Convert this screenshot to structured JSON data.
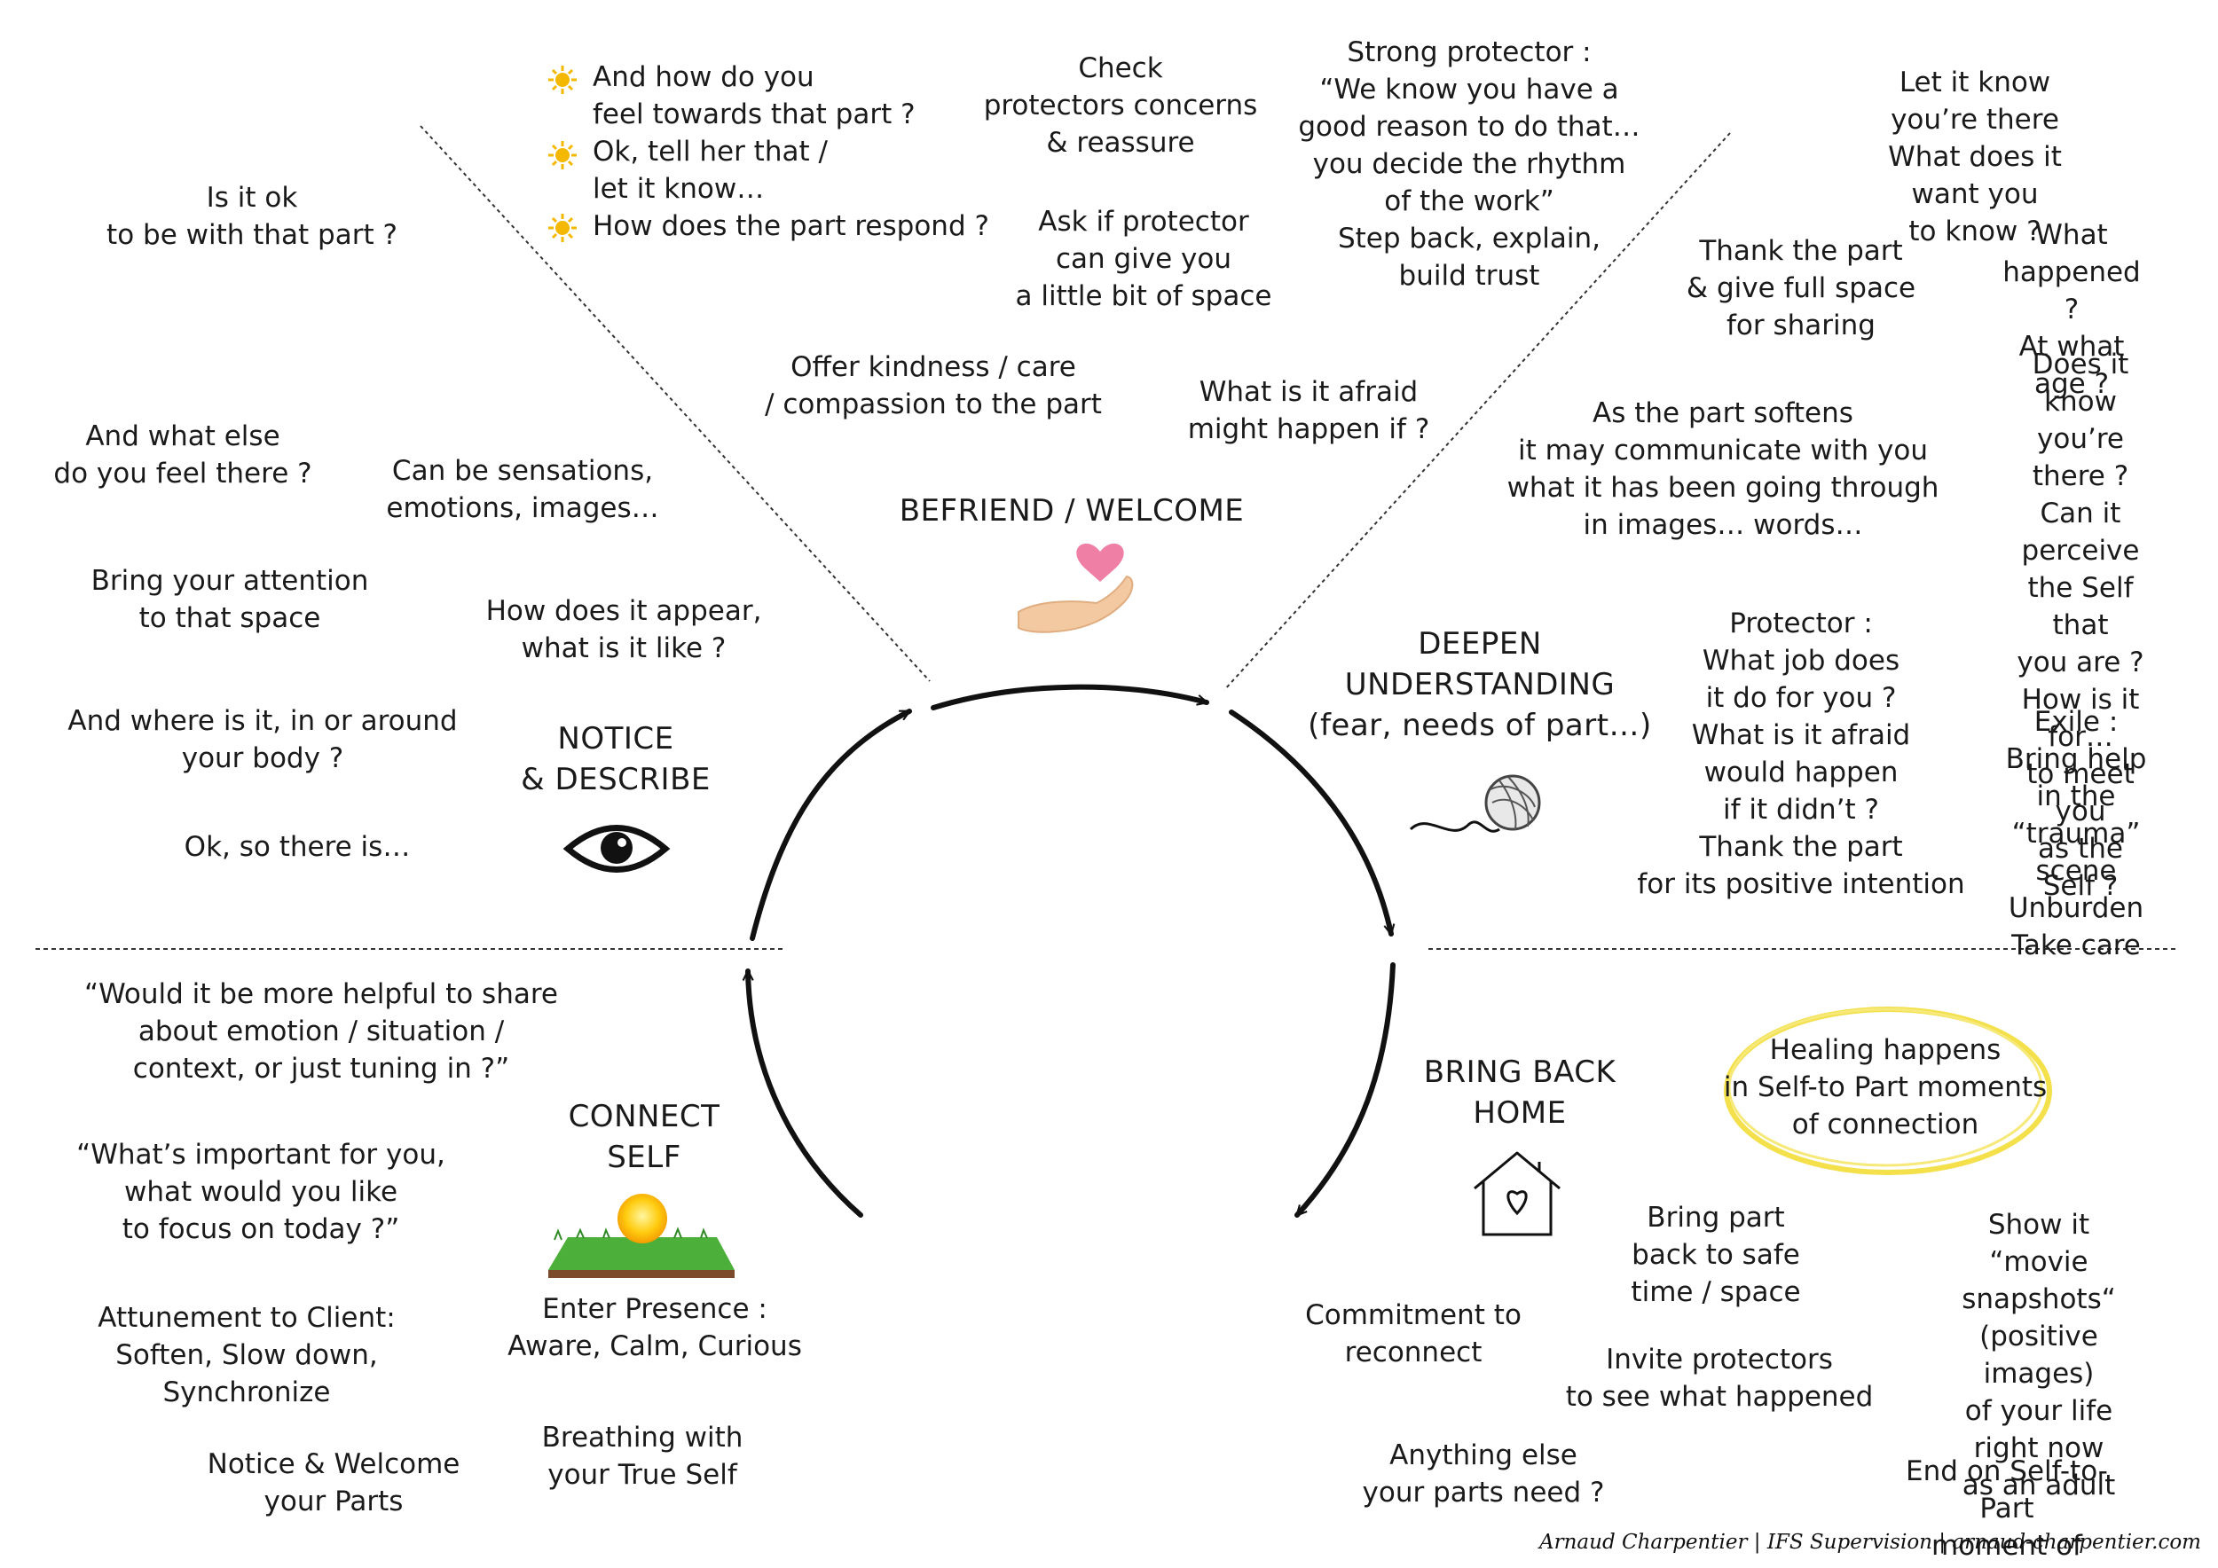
{
  "stages": {
    "befriend": "BEFRIEND / WELCOME",
    "notice": "NOTICE\n& DESCRIBE",
    "deepen": "DEEPEN\nUNDERSTANDING\n(fear, needs of part…)",
    "connect": "CONNECT\nSELF",
    "bring_back": "BRING BACK\nHOME"
  },
  "prompts": {
    "feel_towards": "And how do you\nfeel towards that part ?",
    "tell_her": "Ok, tell her that /\nlet it know…",
    "part_respond": "How does the part respond ?",
    "check_protectors": "Check\nprotectors concerns\n& reassure",
    "strong_protector": "Strong protector :\n“We know you have a\ngood reason to do that…\nyou decide the rhythm\nof the work”\nStep back, explain,\nbuild trust",
    "let_it_know": "Let it know you’re there\nWhat does it want you\nto know ?",
    "is_it_ok": "Is it ok\nto be with that part ?",
    "ask_protector_space": "Ask if protector\ncan give you\na little bit of space",
    "thank_part_space": "Thank the part\n& give full space\nfor sharing",
    "what_happened": "What happened ?\nAt what age ?",
    "offer_kindness": "Offer kindness / care\n/ compassion to the part",
    "afraid_might_happen": "What is it afraid\nmight happen if ?",
    "part_softens": "As the part softens\nit may communicate with you\nwhat it has been going through\nin images… words…",
    "does_it_know": "Does it know\nyou’re there ?\nCan it perceive\nthe Self that\nyou are ?\nHow is it for…\nto meet you\nas the Self  ?",
    "what_else": "And what else\ndo you feel there ?",
    "sensations": "Can be sensations,\nemotions, images…",
    "bring_attention": "Bring your attention\nto that space",
    "how_appear": "How does it appear,\nwhat is it like ?",
    "where_is_it": "And where is it, in or around\nyour body ?",
    "ok_so_there": "Ok, so there is…",
    "protector_job": "Protector :\nWhat job does\nit do for you ?\nWhat is it afraid\nwould happen\nif it didn’t ?\nThank the part\nfor its positive intention",
    "exile": "Exile :\nBring help in the\n“trauma” scene\nUnburden\nTake care",
    "more_helpful": "“Would it be more helpful to share\nabout emotion / situation /\ncontext, or just tuning in ?”",
    "whats_important": "“What’s important for you,\nwhat would you like\nto focus on today ?”",
    "attunement": "Attunement to Client:\nSoften, Slow down,\nSynchronize",
    "enter_presence": "Enter Presence :\nAware, Calm, Curious",
    "breathing": "Breathing with\nyour True Self",
    "notice_welcome": "Notice & Welcome\nyour Parts",
    "healing": "Healing happens\nin Self-to Part moments\nof connection",
    "bring_part_back": "Bring part\nback to safe\ntime / space",
    "show_it": "Show it\n“movie snapshots“\n(positive images)\nof your life right now\nas an adult",
    "commitment": "Commitment to\nreconnect",
    "invite_protectors": "Invite protectors\nto see what happened",
    "anything_else": "Anything else\nyour parts need ?",
    "end_on": "End on Self-to-Part\nmoment of connexion"
  },
  "credit": "Arnaud Charpentier | IFS Supervision | arnaud-charpentier.com",
  "icons": {
    "befriend": "heart-hand-icon",
    "notice": "eye-icon",
    "deepen": "yarn-ball-icon",
    "connect": "sun-grass-icon",
    "bring_back": "house-heart-icon",
    "bullets": "sun-bullet-icon"
  },
  "colors": {
    "text": "#1a1a1a",
    "heart": "#f07fa6",
    "hand": "#f2c9a0",
    "sun": "#f5b800",
    "grass": "#4caf3a",
    "healing_ring": "#f3e04a"
  }
}
